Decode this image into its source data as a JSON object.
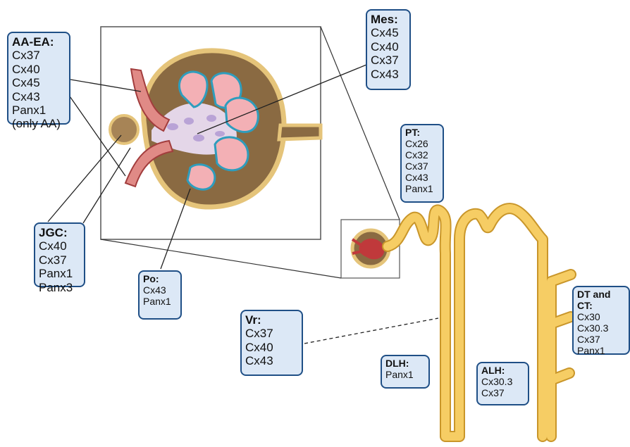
{
  "colors": {
    "box_fill": "#dce8f6",
    "box_border": "#1f4f86",
    "tubule": "#f0c45a",
    "vessel": "#e08a86",
    "capsule": "#8a6a42"
  },
  "labels": {
    "aaea": {
      "title": "AA-EA:",
      "items": [
        "Cx37",
        "Cx40",
        "Cx45",
        "Cx43",
        "Panx1",
        "(only AA)"
      ]
    },
    "mes": {
      "title": "Mes:",
      "items": [
        "Cx45",
        "Cx40",
        "Cx37",
        "Cx43"
      ]
    },
    "pt": {
      "title": "PT:",
      "items": [
        "Cx26",
        "Cx32",
        "Cx37",
        "Cx43",
        "Panx1"
      ]
    },
    "jgc": {
      "title": "JGC:",
      "items": [
        "Cx40",
        "Cx37",
        "Panx1",
        "Panx3"
      ]
    },
    "po": {
      "title": "Po:",
      "items": [
        "Cx43",
        "Panx1"
      ]
    },
    "vr": {
      "title": "Vr:",
      "items": [
        "Cx37",
        "Cx40",
        "Cx43"
      ]
    },
    "dtct": {
      "title": "DT and CT:",
      "items": [
        "Cx30",
        "Cx30.3",
        "Cx37",
        "Panx1"
      ]
    },
    "dlh": {
      "title": "DLH:",
      "items": [
        "Panx1"
      ]
    },
    "alh": {
      "title": "ALH:",
      "items": [
        "Cx30.3",
        "Cx37"
      ]
    }
  }
}
